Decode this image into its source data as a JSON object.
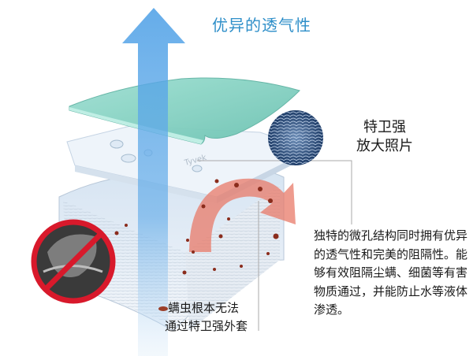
{
  "title": "优异的透气性",
  "magnified": {
    "line1": "特卫强",
    "line2": "放大照片"
  },
  "description": "独特的微孔结构同时拥有优异的透气性和完美的阻隔性。能够有效阻隔尘螨、细菌等有害物质通过，并能防止水等液体渗透。",
  "mite_note": {
    "line1": "螨虫根本无法",
    "line2": "通过特卫强外套"
  },
  "layer_label": "Tyvek",
  "colors": {
    "title": "#2f8fc9",
    "air_arrow": "#3d95de",
    "top_layer": "#8fd3c6",
    "membrane": "#eef4fa",
    "padding": "#dfe9f3",
    "mite_arrow": "#e87a68",
    "prohibit": "#d8192b",
    "mite_dot": "#8a2c1c"
  }
}
